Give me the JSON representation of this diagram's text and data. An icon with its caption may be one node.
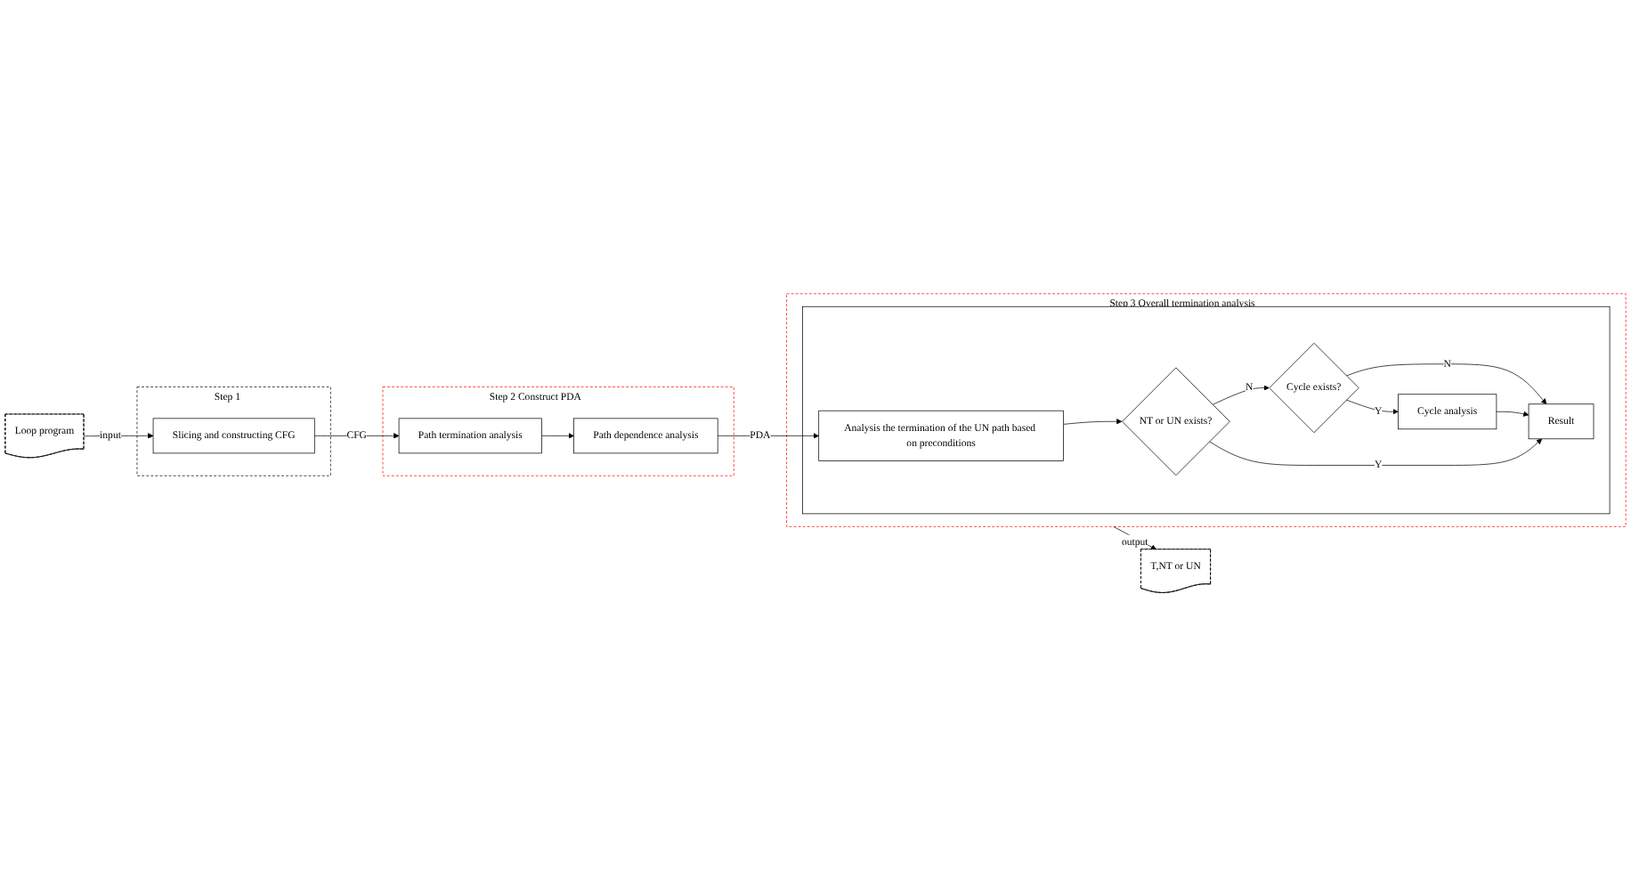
{
  "diagram": {
    "nodes": [
      {
        "text": [
          "Loop program"
        ]
      },
      {
        "text": [
          "Step 1"
        ]
      },
      {
        "text": [
          "Slicing and constructing CFG"
        ],
        "in": 1
      },
      {
        "text": [
          "Step 2",
          "Construct PDA"
        ]
      },
      {
        "text": [
          "Path termination analysis"
        ],
        "in": 3
      },
      {
        "text": [
          "Path dependence analysis"
        ],
        "in": 3
      },
      {
        "text": [
          "Step 3",
          "Overall termination analysis"
        ]
      },
      {
        "text": [],
        "shape": "box",
        "in": 6
      },
      {
        "text": [
          "Analysis the termination of the UN path based on preconditions"
        ],
        "in": 7
      },
      {
        "text": [
          "NT or UN exists?"
        ],
        "in": 7
      },
      {
        "text": [
          "Cycle exists?"
        ],
        "in": 7
      },
      {
        "text": [
          "Cycle analysis"
        ],
        "in": 7
      },
      {
        "text": [
          "Result"
        ],
        "in": 7
      },
      {
        "text": [
          "T,NT or UN"
        ]
      }
    ],
    "edges": [
      {
        "from": 0,
        "to": 2,
        "arrow": "to",
        "label": "input"
      },
      {
        "from": 2,
        "to": 4,
        "arrow": "to",
        "label": "CFG"
      },
      {
        "from": 4,
        "to": 5,
        "arrow": "to"
      },
      {
        "from": 5,
        "to": 8,
        "arrow": "to",
        "label": "PDA"
      },
      {
        "from": 8,
        "to": 9,
        "arrow": "to"
      },
      {
        "from": 9,
        "to": 10,
        "arrow": "to",
        "label": "N"
      },
      {
        "from": 10,
        "to": 11,
        "arrow": "to",
        "label": "Y"
      },
      {
        "from": 10,
        "to": 12,
        "arrow": "to",
        "label": "N"
      },
      {
        "from": 11,
        "to": 12,
        "arrow": "to"
      },
      {
        "from": 9,
        "to": 12,
        "arrow": "to",
        "label": "Y"
      },
      {
        "from": 6,
        "to": 13,
        "arrow": "to",
        "label": "output"
      }
    ]
  }
}
